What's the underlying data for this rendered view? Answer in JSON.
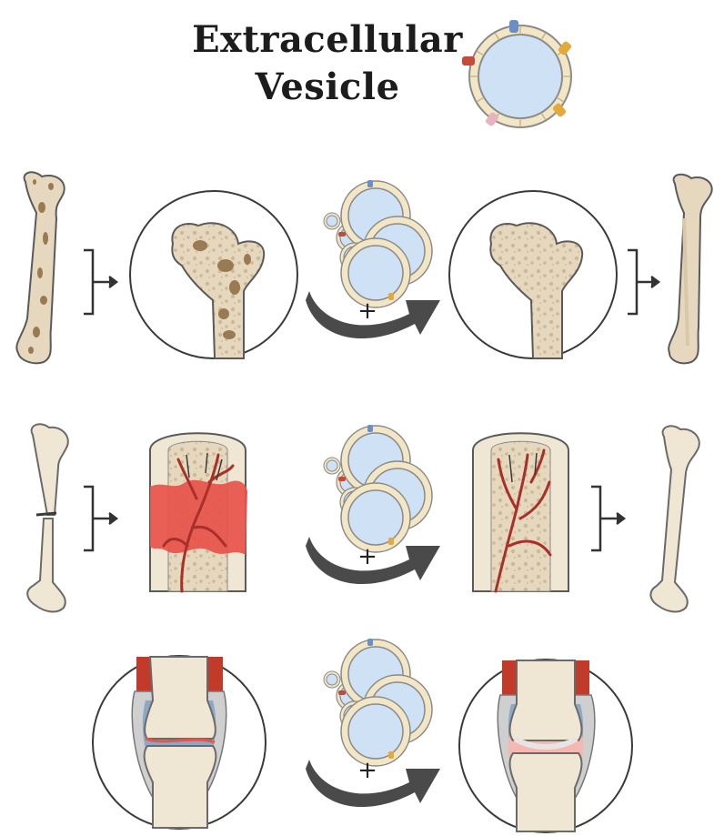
{
  "title": {
    "line1": "Extracellular",
    "line2": "Vesicle"
  },
  "symbols": {
    "plus": "+"
  },
  "rows": [
    {
      "name": "osteoporosis-row"
    },
    {
      "name": "fracture-row"
    },
    {
      "name": "joint-row"
    }
  ],
  "colors": {
    "ink": "#3a3a3a",
    "bone_fill": "#e6d8bf",
    "bone_spots": "#b89a74",
    "bone_light": "#efe6d4",
    "vesicle_fill": "#cfe2f5",
    "vesicle_membrane": "#f2e6c4",
    "arrow": "#4a4a4a",
    "blood_red": "#e8534a",
    "vessel": "#a8302a",
    "muscle": "#c23a2a",
    "cartilage_pink": "#f4b8b0",
    "synovial_blue": "#5b8fc2",
    "capsule_gray": "#cfcfcf"
  }
}
